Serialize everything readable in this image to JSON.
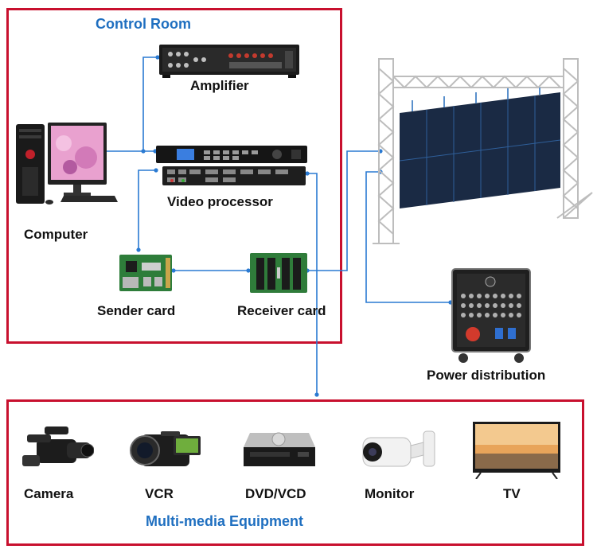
{
  "control_room": {
    "title": "Control Room",
    "amplifier": "Amplifier",
    "video_processor": "Video processor",
    "computer": "Computer",
    "sender_card": "Sender card",
    "receiver_card": "Receiver card"
  },
  "outside": {
    "power_distribution": "Power distribution"
  },
  "multimedia": {
    "title": "Multi-media Equipment",
    "items": [
      "Camera",
      "VCR",
      "DVD/VCD",
      "Monitor",
      "TV"
    ]
  },
  "colors": {
    "frame": "#c8102e",
    "title": "#1f6fc0",
    "wire": "#2a7ad2"
  }
}
